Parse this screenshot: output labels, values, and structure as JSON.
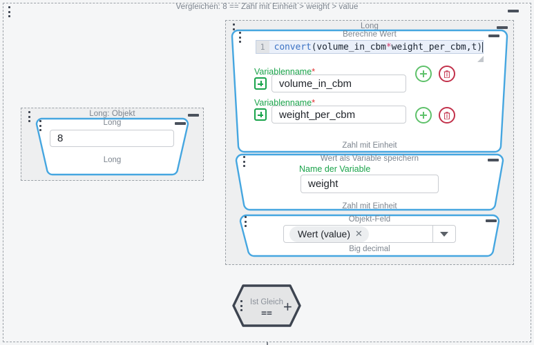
{
  "outer": {
    "caption": "Vergleichen: 8 == Zahl mit Einheit > weight > value"
  },
  "left_panel": {
    "title": "Long: Objekt",
    "inner": {
      "title": "Long",
      "value": "8",
      "footer": "Long"
    }
  },
  "right_panel": {
    "title": "Long",
    "blocks": [
      {
        "title": "Berechne Wert",
        "footer": "Zahl mit Einheit",
        "code": {
          "line_number": "1",
          "fn": "convert",
          "open": "(",
          "arg1": "volume_in_cbm",
          "op": "*",
          "arg2": "weight_per_cbm",
          "arg3": ",t",
          "close": ")"
        },
        "variables": [
          {
            "label": "Variablenname",
            "required": "*",
            "value": "volume_in_cbm"
          },
          {
            "label": "Variablenname",
            "required": "*",
            "value": "weight_per_cbm"
          }
        ]
      },
      {
        "title": "Wert als Variable speichern",
        "field_label": "Name der Variable",
        "value": "weight",
        "footer": "Zahl mit Einheit"
      },
      {
        "title": "Objekt-Feld",
        "chip": "Wert (value)",
        "chip_remove": "✕",
        "footer": "Big decimal"
      }
    ]
  },
  "compare_node": {
    "title": "Ist Gleich",
    "operator": "==",
    "add": "+"
  },
  "colors": {
    "accent_blue": "#45a6e0",
    "node_dark": "#3d4450",
    "green": "#17a34a",
    "red": "#c2304a",
    "muted": "#7c848e"
  }
}
